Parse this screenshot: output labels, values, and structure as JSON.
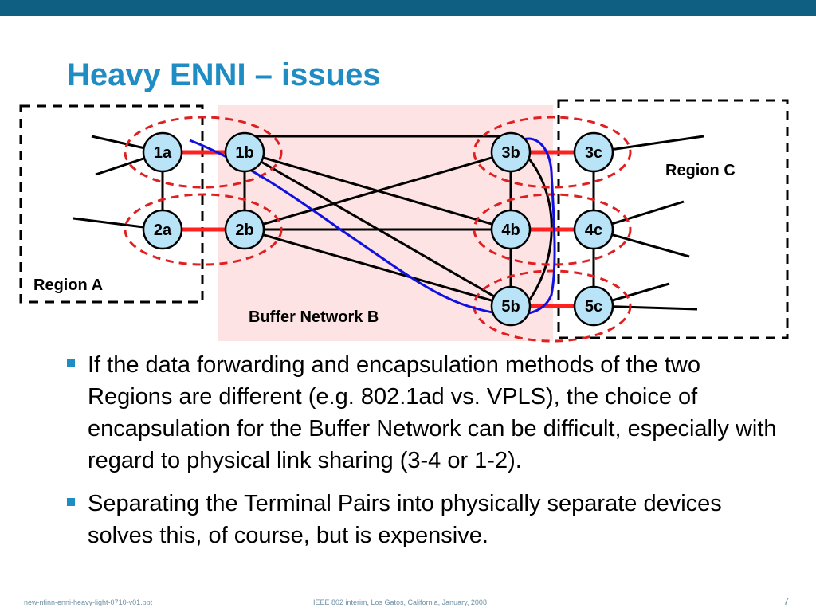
{
  "title": "Heavy ENNI – issues",
  "diagram": {
    "regions": {
      "region_a": "Region A",
      "buffer_b": "Buffer Network B",
      "region_c": "Region C"
    },
    "nodes": {
      "n1a": "1a",
      "n2a": "2a",
      "n1b": "1b",
      "n2b": "2b",
      "n3b": "3b",
      "n4b": "4b",
      "n5b": "5b",
      "n3c": "3c",
      "n4c": "4c",
      "n5c": "5c"
    },
    "colors": {
      "node_fill": "#b9e3f7",
      "buffer_fill": "#fde3e3",
      "red_link": "#ff2020",
      "blue_path": "#1010e0",
      "dashed_red": "#e02020"
    }
  },
  "bullets": [
    "If the data forwarding and encapsulation methods of the two Regions are different (e.g. 802.1ad vs. VPLS), the choice of encapsulation for the Buffer Network can be difficult, especially with regard to physical link sharing (3-4 or 1-2).",
    "Separating the Terminal Pairs into physically separate devices solves this, of course, but is expensive."
  ],
  "footer": {
    "file": "new-nfinn-enni-heavy-light-0710-v01.ppt",
    "event": "IEEE 802 interim, Los Gatos, California, January, 2008",
    "page": "7"
  }
}
